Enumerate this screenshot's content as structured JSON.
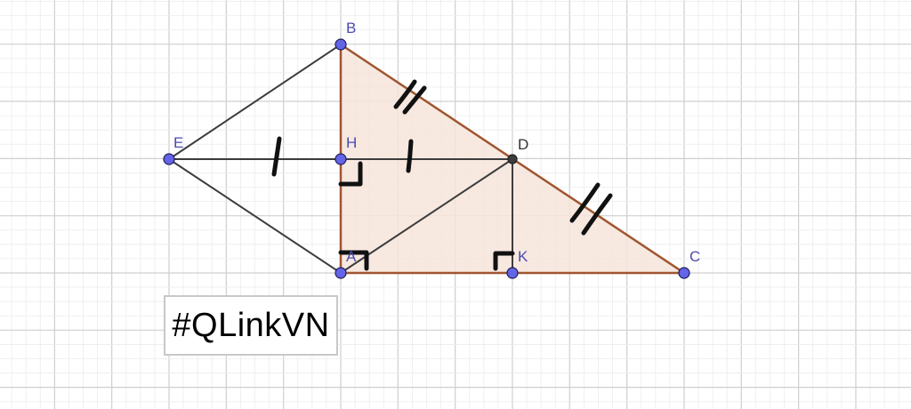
{
  "labels": {
    "B": "B",
    "E": "E",
    "H": "H",
    "D": "D",
    "A": "A",
    "K": "K",
    "C": "C"
  },
  "caption": "#QLinkVN",
  "colors": {
    "background": "#ffffff",
    "grid_minor": "#ececec",
    "grid_major": "#cfcfcf",
    "triangle_fill": "#f6e4da",
    "triangle_stroke": "#a0552f",
    "segment": "#3c3c3c",
    "point_blue": "#6464e6",
    "point_dark": "#3c3c3c",
    "marks": "#111111"
  }
}
